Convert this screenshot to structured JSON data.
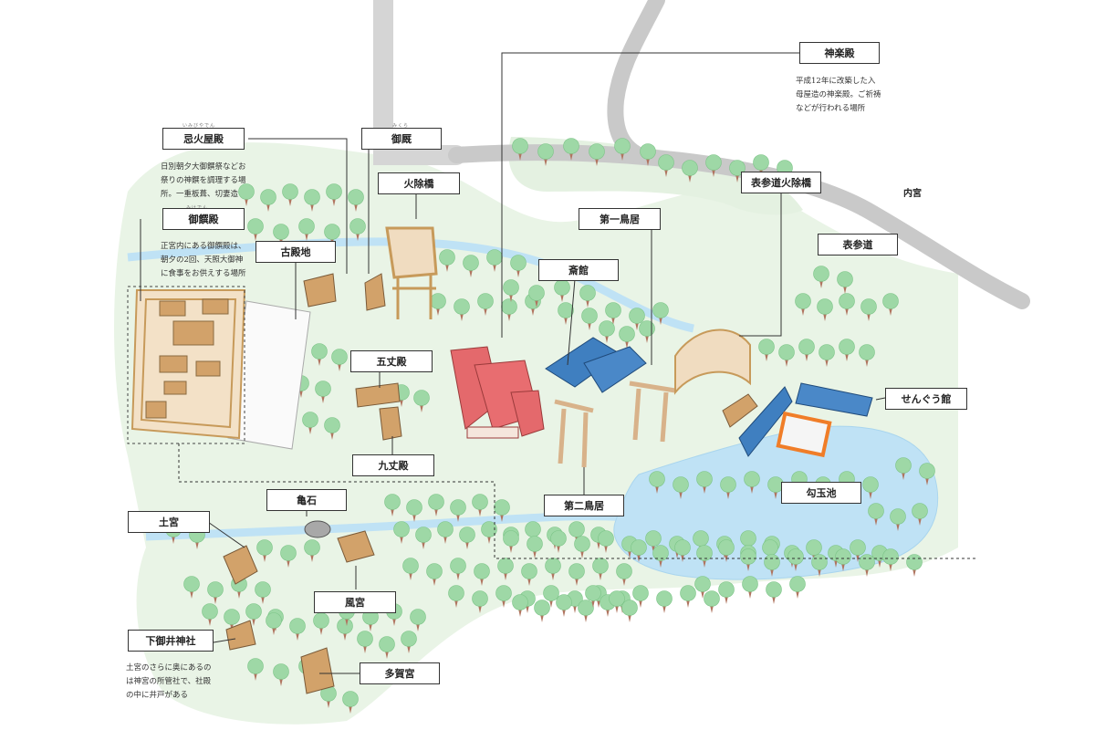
{
  "title": "",
  "labels": {
    "kagura_den": "神楽殿",
    "imibiya_den": "忌火屋殿",
    "mikura": "御厩",
    "hiyoke_bashi": "火除橋",
    "omote_hiyoke": "表参道火除橋",
    "naiku": "内宮",
    "mikeden": "御饌殿",
    "daiichi_torii": "第一鳥居",
    "kodenchi": "古殿地",
    "omotesando": "表参道",
    "saikan": "斎館",
    "gojoden": "五丈殿",
    "kujoden": "九丈殿",
    "sengukan": "せんぐう館",
    "magatama_ike": "勾玉池",
    "kameishi": "亀石",
    "daini_torii": "第二鳥居",
    "tsuchinomiya": "土宮",
    "kazenomiya": "風宮",
    "shimomii": "下御井神社",
    "tagamiya": "多賀宮"
  },
  "ruby": {
    "imibiya_den": "いみびやでん",
    "mikura": "みくら",
    "mikeden": "みけでん"
  },
  "descriptions": {
    "kagura_den": [
      "平成12年に改築した入",
      "母屋造の神楽殿。ご祈祷",
      "などが行われる場所"
    ],
    "imibiya_den": [
      "日別朝夕大御饌祭などお",
      "祭りの神饌を調理する場",
      "所。一重板葺、切妻造"
    ],
    "mikeden": [
      "正宮内にある御饌殿は、",
      "朝夕の2回、天照大御神",
      "に食事をお供えする場所"
    ],
    "shimomii": [
      "土宮のさらに奥にあるの",
      "は神宮の所管社で、社殿",
      "の中に井戸がある"
    ]
  },
  "colors": {
    "water": "#bfe2f5",
    "water_stroke": "#8fc8e8",
    "green": "#e6f2e3",
    "tree": "#9ed8a6",
    "tree_trunk": "#b07560",
    "road": "#d8d8d8",
    "wood": "#d2a26a",
    "saikan_roof": "#e4696c",
    "blue_roof": "#3f7fc0",
    "highlight": "#f07d28"
  }
}
